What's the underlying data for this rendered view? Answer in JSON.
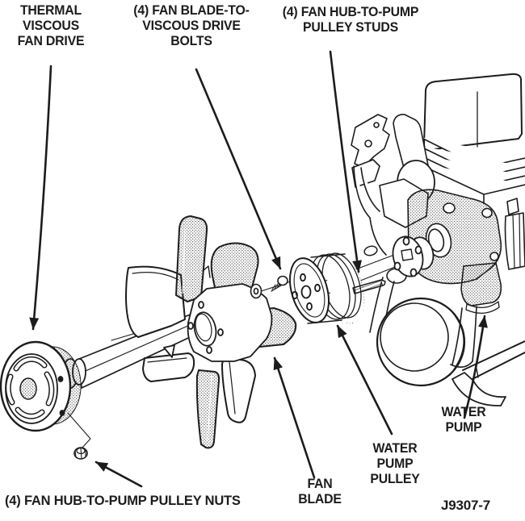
{
  "figure": {
    "labels": {
      "thermal_viscous_fan_drive": "THERMAL\nVISCOUS\nFAN DRIVE",
      "fan_blade_to_viscous_drive_bolts": "(4) FAN BLADE-TO-\nVISCOUS DRIVE\nBOLTS",
      "fan_hub_to_pump_pulley_studs": "(4) FAN HUB-TO-PUMP\nPULLEY STUDS",
      "fan_hub_to_pump_pulley_nuts": "(4) FAN HUB-TO-PUMP PULLEY NUTS",
      "fan_blade": "FAN\nBLADE",
      "water_pump_pulley": "WATER\nPUMP\nPULLEY",
      "water_pump": "WATER\nPUMP",
      "figure_number": "J9307-7"
    },
    "ink_color": "#1c1c1c",
    "background_color": "#ffffff"
  }
}
